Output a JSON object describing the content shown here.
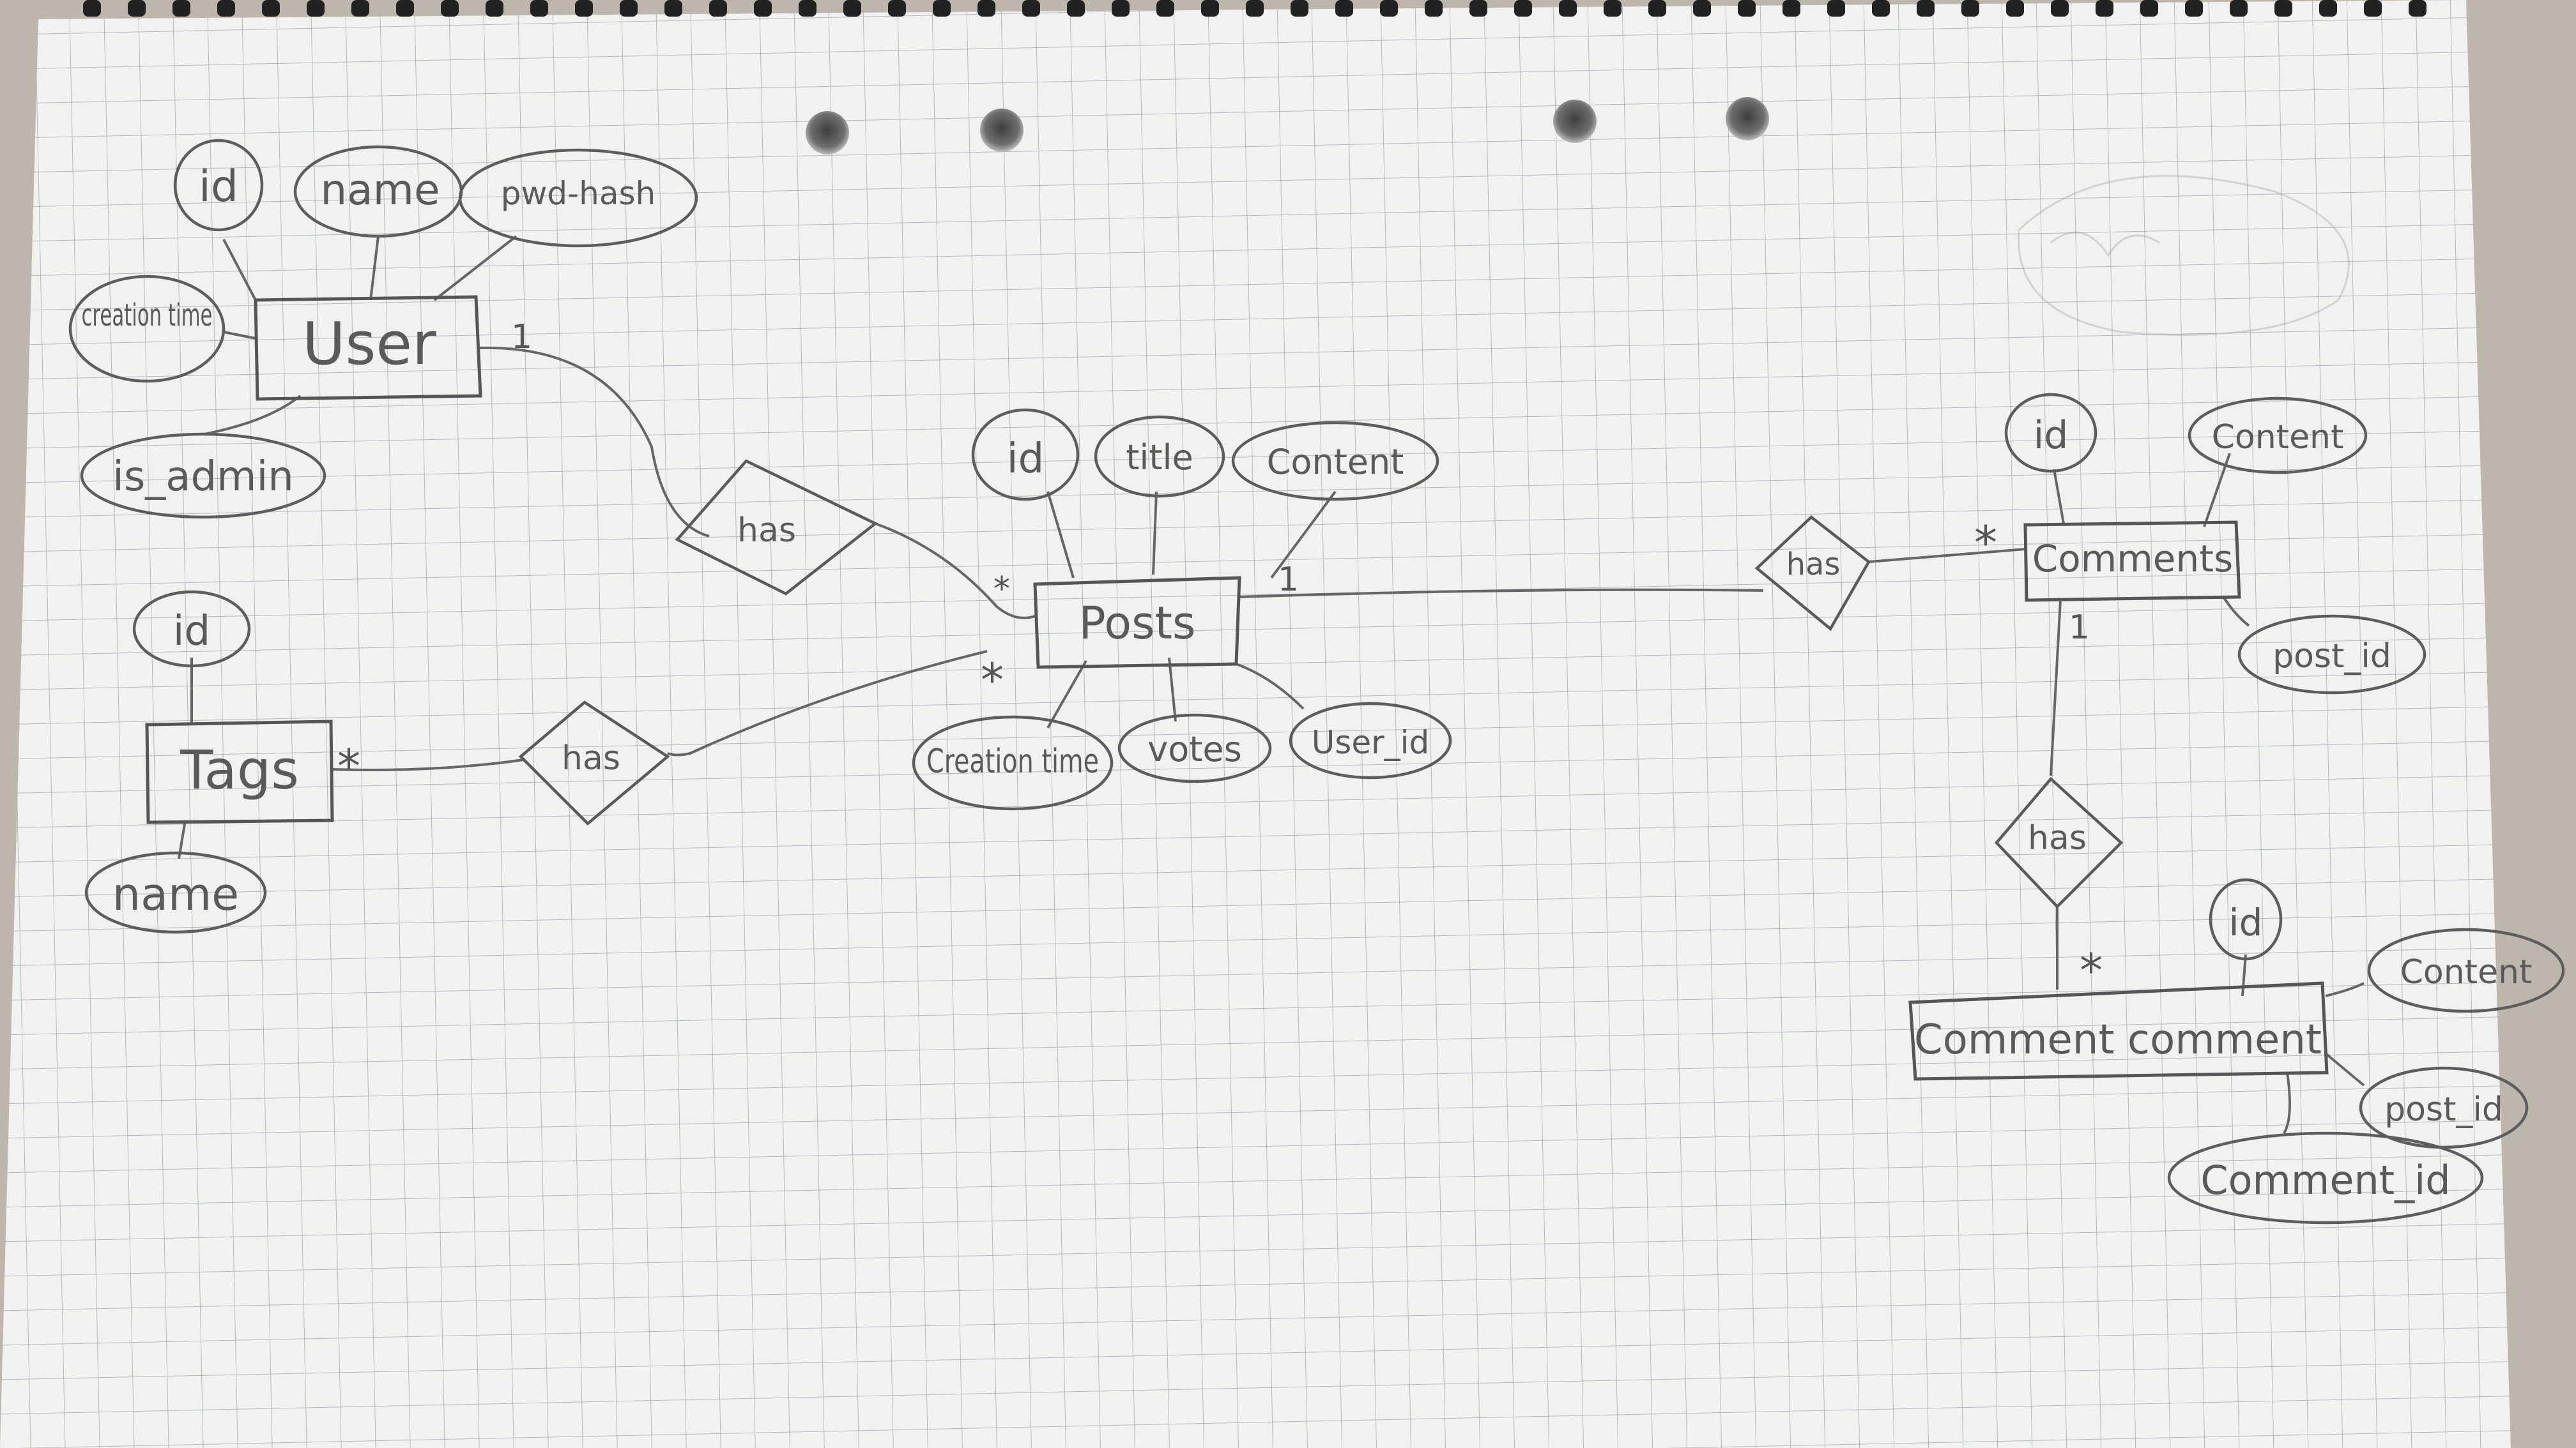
{
  "diagram": {
    "entities": {
      "user": "User",
      "posts": "Posts",
      "tags": "Tags",
      "comments": "Comments",
      "comment_comment": "Comment comment"
    },
    "relationships": {
      "user_posts": "has",
      "tags_posts": "has",
      "posts_comments": "has",
      "comments_comment_comment": "has"
    },
    "attributes": {
      "user_id": "id",
      "user_name": "name",
      "user_pwd": "pwd-hash",
      "user_creation": "creation time",
      "user_is_admin": "is_admin",
      "tags_id": "id",
      "tags_name": "name",
      "posts_id": "id",
      "posts_title": "title",
      "posts_content": "Content",
      "posts_creation": "Creation time",
      "posts_votes": "votes",
      "posts_user_id": "User_id",
      "comments_id": "id",
      "comments_content": "Content",
      "comments_post_id": "post_id",
      "cc_id": "id",
      "cc_content": "Content",
      "cc_post_id": "post_id",
      "cc_comment_id": "Comment_id"
    },
    "cardinality": {
      "user_posts_user": "1",
      "user_posts_posts": "*",
      "tags_side": "*",
      "posts_tags_side": "*",
      "posts_comments_posts": "1",
      "posts_comments_comments": "*",
      "comments_cc_comments": "1",
      "comments_cc_cc": "*"
    }
  }
}
